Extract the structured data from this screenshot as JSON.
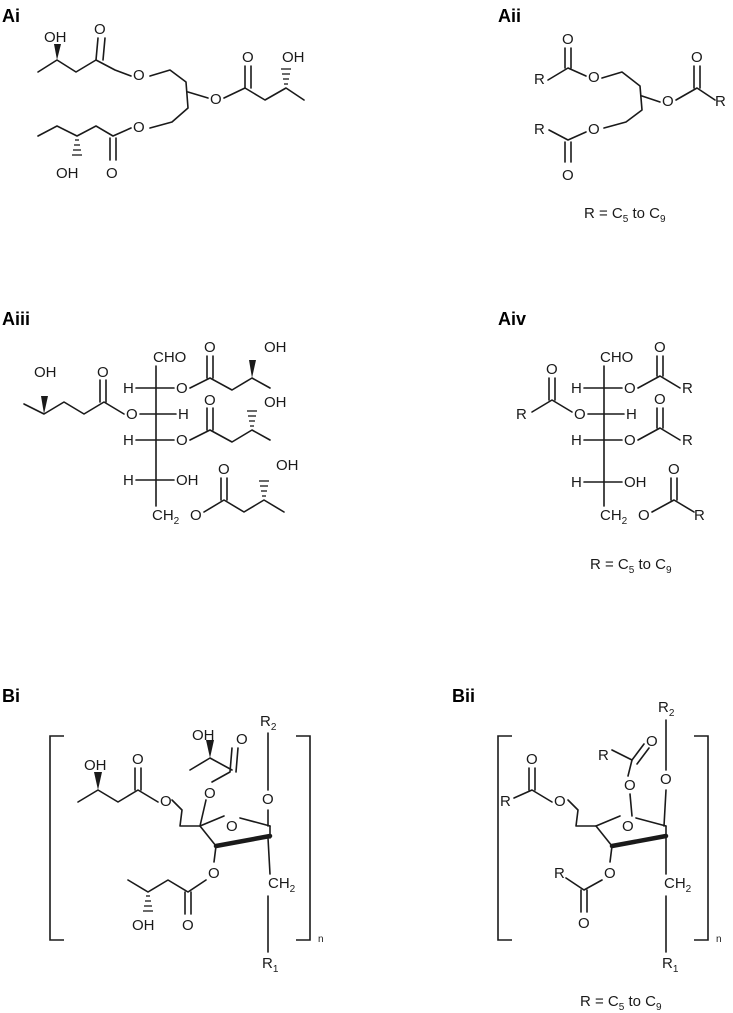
{
  "panels": {
    "ai": {
      "label": "Ai"
    },
    "aii": {
      "label": "Aii",
      "caption_pre": "R = C",
      "sub1": "5",
      "caption_mid": " to C",
      "sub2": "9"
    },
    "aiii": {
      "label": "Aiii"
    },
    "aiv": {
      "label": "Aiv",
      "caption_pre": "R = C",
      "sub1": "5",
      "caption_mid": " to C",
      "sub2": "9"
    },
    "bi": {
      "label": "Bi",
      "n": "n"
    },
    "bii": {
      "label": "Bii",
      "n": "n",
      "caption_pre": "R = C",
      "sub1": "5",
      "caption_mid": " to C",
      "sub2": "9"
    }
  },
  "atoms": {
    "oh": "OH",
    "o": "O",
    "r": "R",
    "h": "H",
    "cho": "CHO",
    "ch": "CH",
    "two": "2",
    "r_base": "R",
    "one": "1"
  }
}
